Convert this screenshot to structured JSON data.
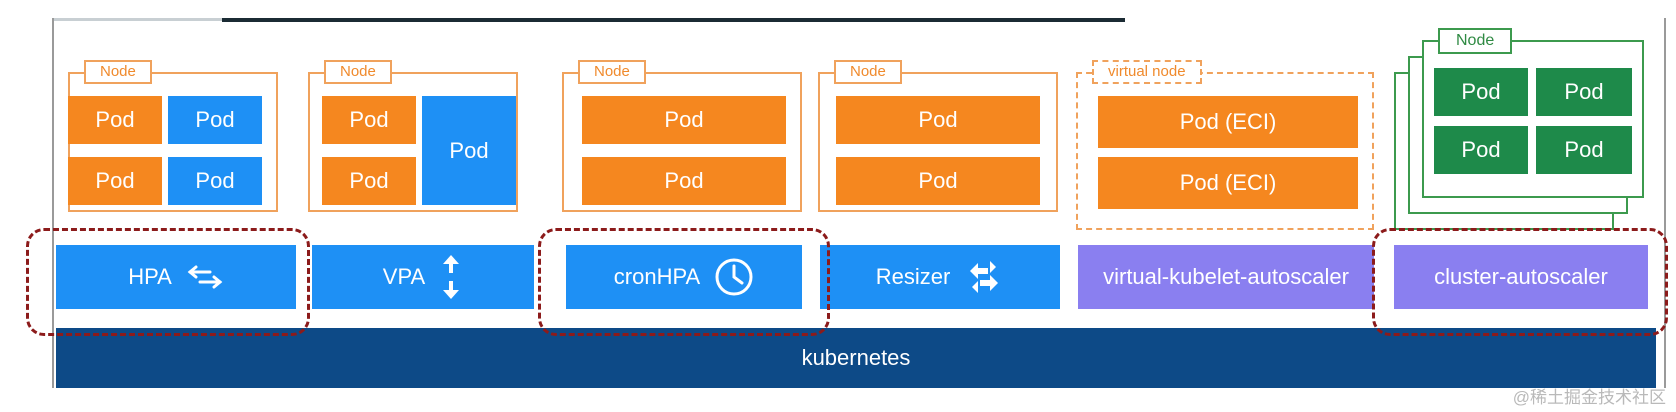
{
  "nodes": {
    "node_label": "Node",
    "virtual_label": "virtual node",
    "pod_label": "Pod",
    "eci_pod_label": "Pod (ECI)"
  },
  "scalers": [
    {
      "label": "HPA",
      "icon": "bidirectional-arrows-icon",
      "color": "#1e90f5"
    },
    {
      "label": "VPA",
      "icon": "vertical-arrows-icon",
      "color": "#1e90f5"
    },
    {
      "label": "cronHPA",
      "icon": "clock-icon",
      "color": "#1e90f5"
    },
    {
      "label": "Resizer",
      "icon": "resize-arrows-icon",
      "color": "#1e90f5"
    },
    {
      "label": "virtual-kubelet-autoscaler",
      "icon": "",
      "color": "#8a7ff0"
    },
    {
      "label": "cluster-autoscaler",
      "icon": "",
      "color": "#8a7ff0"
    }
  ],
  "base": {
    "label": "kubernetes",
    "color": "#0d4a87"
  },
  "highlight_color": "#8c1b1b",
  "watermark": "@稀土掘金技术社区"
}
